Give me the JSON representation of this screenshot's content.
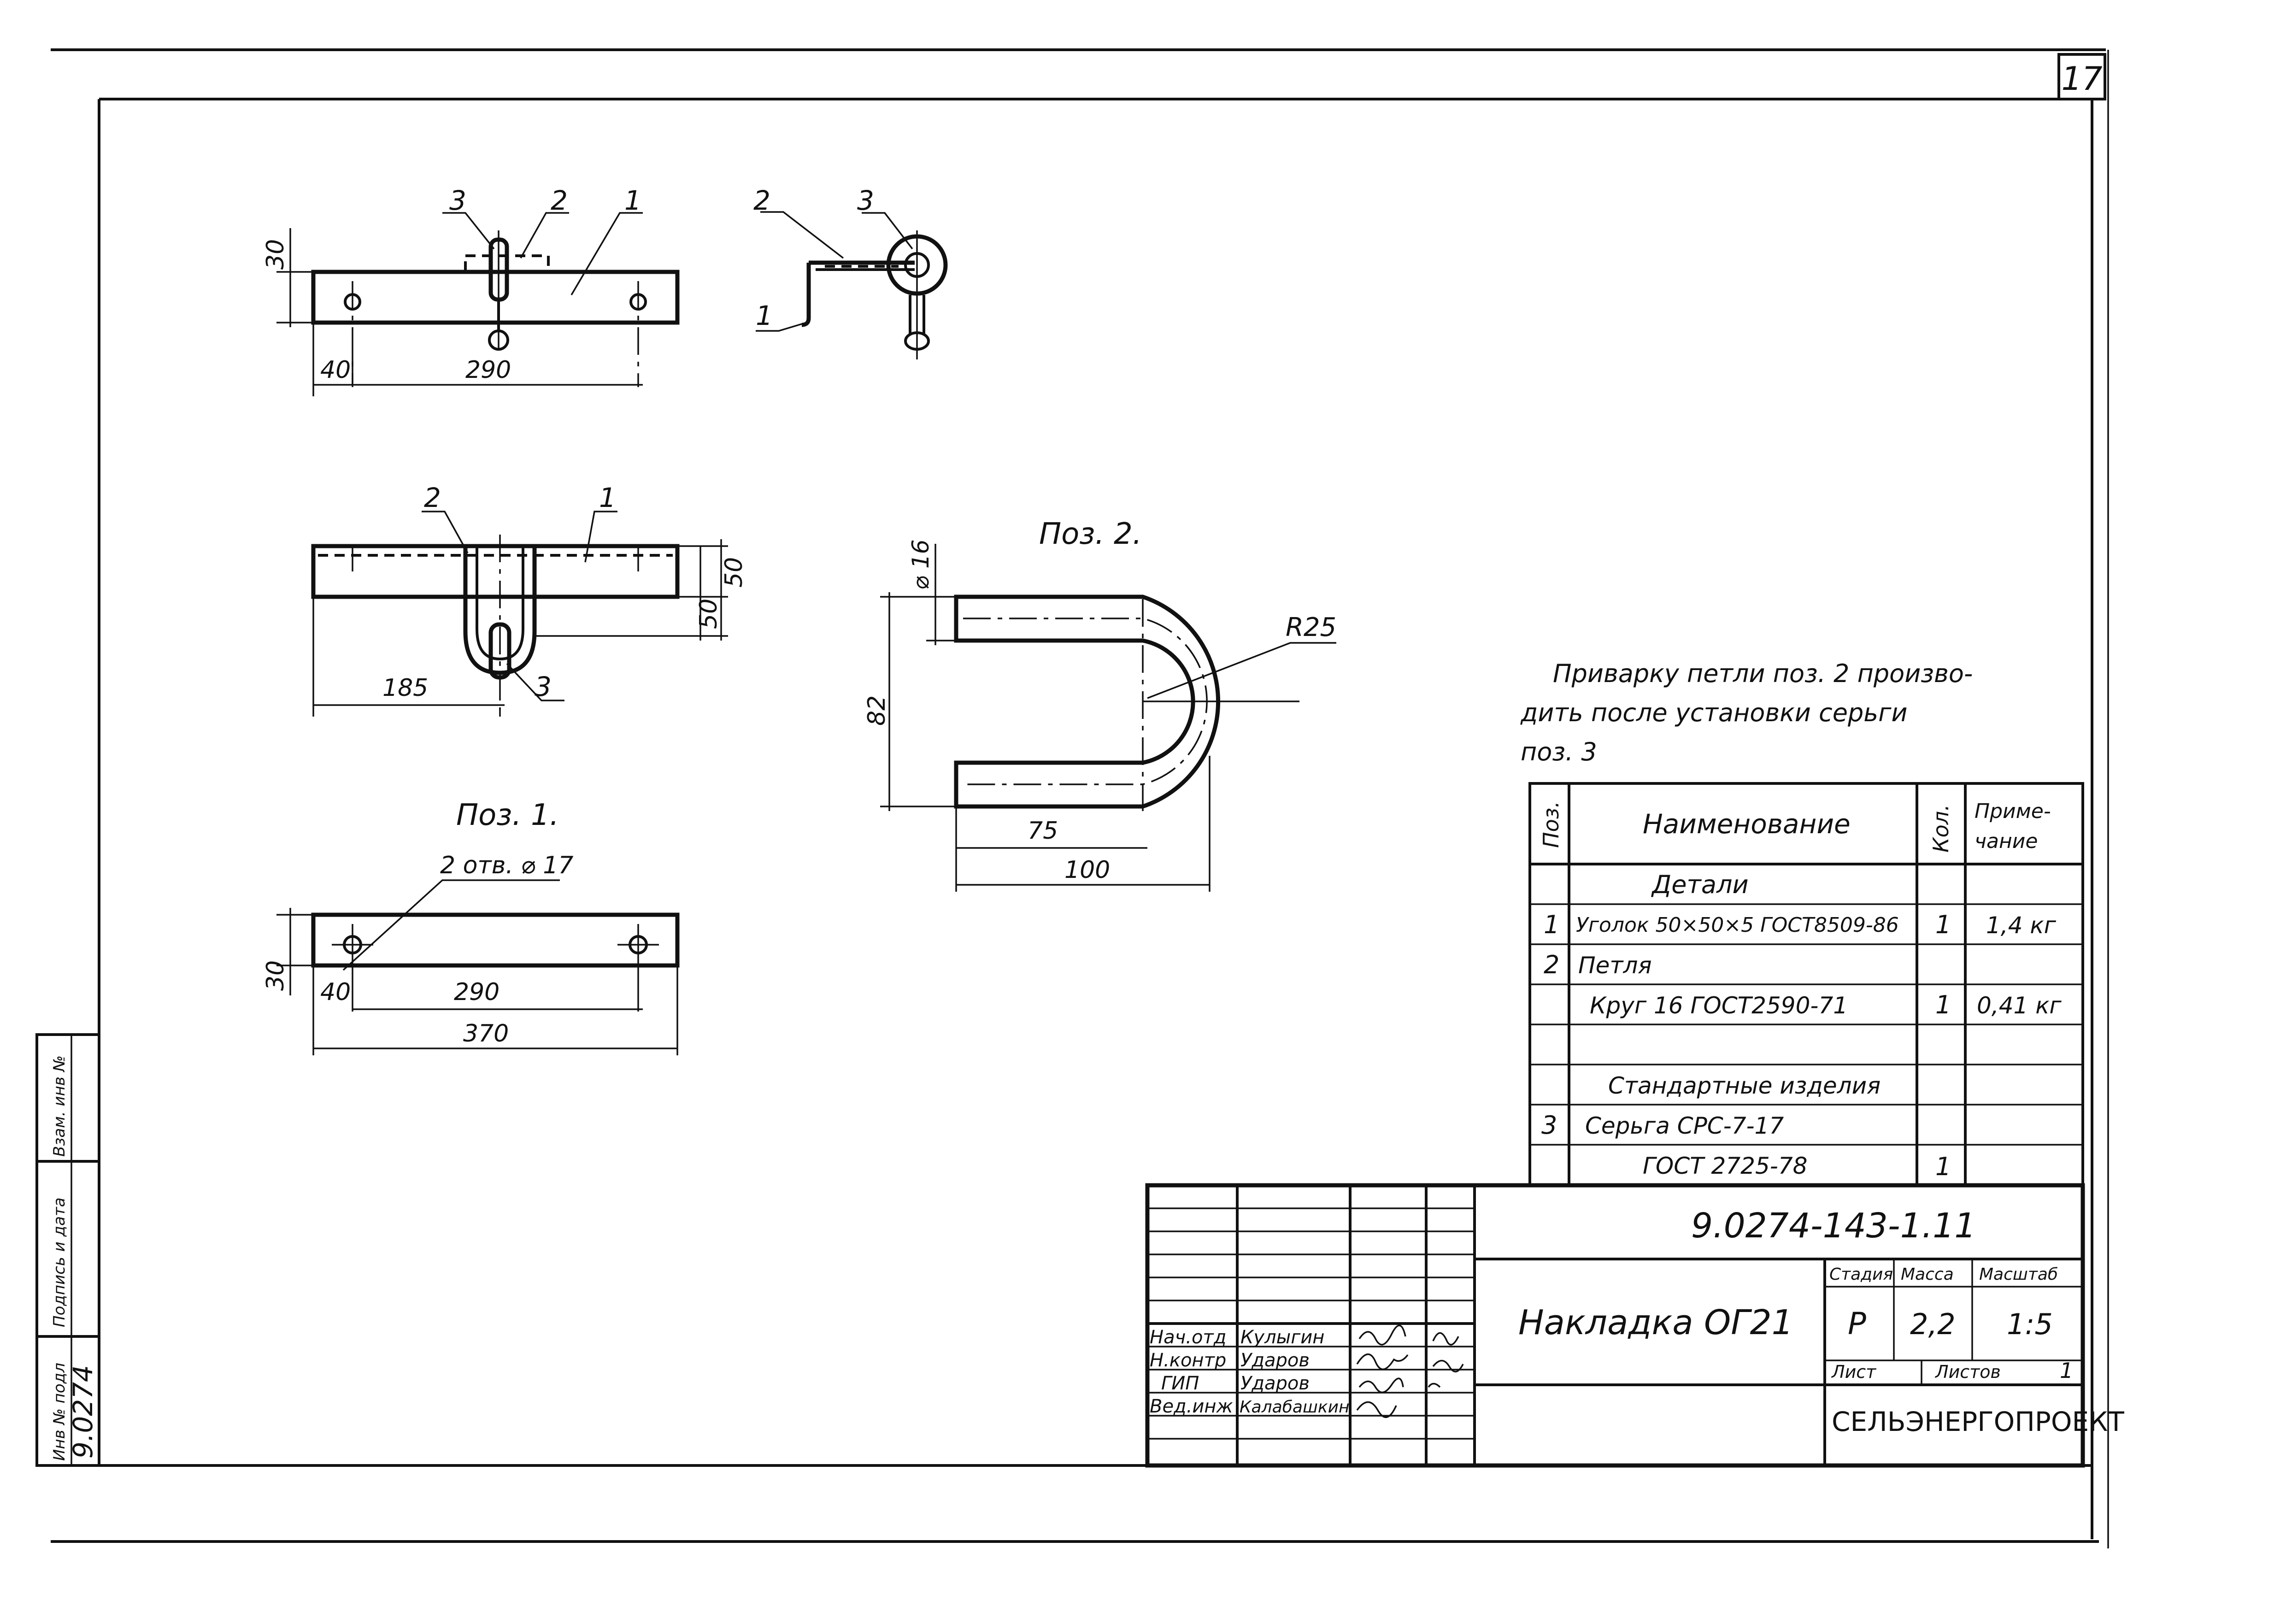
{
  "sheet": {
    "page_number": "17"
  },
  "views": {
    "top_view": {
      "pos_labels": [
        "3",
        "2",
        "1"
      ],
      "dim_height": "30",
      "dim_left": "40",
      "dim_span": "290"
    },
    "side_view": {
      "pos_labels": [
        "2",
        "3",
        "1"
      ]
    },
    "plan_view": {
      "pos_labels": [
        "2",
        "1",
        "3"
      ],
      "dim_height_a": "50",
      "dim_height_b": "50",
      "dim_left": "185"
    },
    "pos1": {
      "title": "Поз. 1.",
      "hole_note": "2 отв. ⌀ 17",
      "dim_height": "30",
      "dim_left": "40",
      "dim_span": "290",
      "dim_total": "370"
    },
    "pos2": {
      "title": "Поз. 2.",
      "dim_dia": "⌀ 16",
      "dim_radius": "R25",
      "dim_height": "82",
      "dim_inner": "75",
      "dim_outer": "100"
    }
  },
  "note": {
    "line1": "Приварку  петли  поз. 2  произво-",
    "line2": "дить  после  установки  серьги",
    "line3": "поз. 3"
  },
  "spec_table": {
    "headers": {
      "pos": "Поз.",
      "name": "Наименование",
      "qty": "Кол.",
      "note_line1": "Приме-",
      "note_line2": "чание"
    },
    "rows": [
      {
        "pos": "",
        "name": "Детали",
        "qty": "",
        "note": ""
      },
      {
        "pos": "1",
        "name": "Уголок 50×50×5 ГОСТ8509-86",
        "qty": "1",
        "note": "1,4 кг"
      },
      {
        "pos": "2",
        "name": "Петля",
        "qty": "",
        "note": ""
      },
      {
        "pos": "",
        "name": "Круг 16  ГОСТ2590-71",
        "qty": "1",
        "note": "0,41 кг"
      },
      {
        "pos": "",
        "name": "",
        "qty": "",
        "note": ""
      },
      {
        "pos": "",
        "name": "Стандартные  изделия",
        "qty": "",
        "note": ""
      },
      {
        "pos": "3",
        "name": "Серьга  СРС-7-17",
        "qty": "",
        "note": ""
      },
      {
        "pos": "",
        "name": "ГОСТ 2725-78",
        "qty": "1",
        "note": ""
      }
    ]
  },
  "title_block": {
    "doc_code": "9.0274-143-1.11",
    "drawing_title": "Накладка  ОГ21",
    "stage_label": "Стадия",
    "mass_label": "Масса",
    "scale_label": "Масштаб",
    "stage": "Р",
    "mass": "2,2",
    "scale": "1:5",
    "sheet_label": "Лист",
    "sheets_label": "Листов",
    "sheets_count": "1",
    "organization": "СЕЛЬЭНЕРГОПРОЕКТ",
    "signatures": [
      {
        "role": "Нач.отд",
        "name": "Кулыгин"
      },
      {
        "role": "Н.контр",
        "name": "Ударов"
      },
      {
        "role": "ГИП",
        "name": "Ударов"
      },
      {
        "role": "Вед.инж",
        "name": "Калабашкин"
      }
    ]
  },
  "side_stamp": {
    "field1": "Взам. инв №",
    "field2": "Подпись и дата",
    "field3": "Инв № подл",
    "inv_value": "9.0274"
  }
}
